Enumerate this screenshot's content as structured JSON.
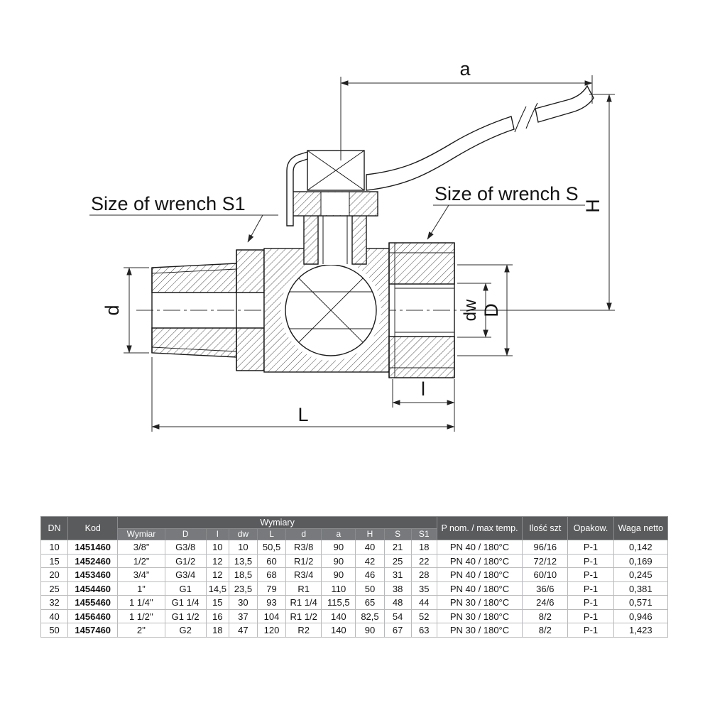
{
  "drawing": {
    "labels": {
      "wrench_s1": "Size of wrench S1",
      "wrench_s": "Size of wrench S",
      "dim_a": "a",
      "dim_H": "H",
      "dim_d": "d",
      "dim_dw": "dw",
      "dim_D_big": "D",
      "dim_l": "l",
      "dim_L_big": "L"
    }
  },
  "table": {
    "headers": {
      "dn": "DN",
      "kod": "Kod",
      "group_wymiary": "Wymiary",
      "dims": [
        "Wymiar",
        "D",
        "l",
        "dw",
        "L",
        "d",
        "a",
        "H",
        "S",
        "S1"
      ],
      "pnom": "P nom. / max temp.",
      "ilosc": "Ilość szt",
      "opakow": "Opakow.",
      "waga": "Waga netto"
    },
    "rows": [
      [
        "10",
        "1451460",
        "3/8”",
        "G3/8",
        "10",
        "10",
        "50,5",
        "R3/8",
        "90",
        "40",
        "21",
        "18",
        "PN 40 / 180°C",
        "96/16",
        "P-1",
        "0,142"
      ],
      [
        "15",
        "1452460",
        "1/2”",
        "G1/2",
        "12",
        "13,5",
        "60",
        "R1/2",
        "90",
        "42",
        "25",
        "22",
        "PN 40 / 180°C",
        "72/12",
        "P-1",
        "0,169"
      ],
      [
        "20",
        "1453460",
        "3/4”",
        "G3/4",
        "12",
        "18,5",
        "68",
        "R3/4",
        "90",
        "46",
        "31",
        "28",
        "PN 40 / 180°C",
        "60/10",
        "P-1",
        "0,245"
      ],
      [
        "25",
        "1454460",
        "1”",
        "G1",
        "14,5",
        "23,5",
        "79",
        "R1",
        "110",
        "50",
        "38",
        "35",
        "PN 40 / 180°C",
        "36/6",
        "P-1",
        "0,381"
      ],
      [
        "32",
        "1455460",
        "1 1/4''",
        "G1 1/4",
        "15",
        "30",
        "93",
        "R1 1/4",
        "115,5",
        "65",
        "48",
        "44",
        "PN 30 / 180°C",
        "24/6",
        "P-1",
        "0,571"
      ],
      [
        "40",
        "1456460",
        "1 1/2''",
        "G1 1/2",
        "16",
        "37",
        "104",
        "R1 1/2",
        "140",
        "82,5",
        "54",
        "52",
        "PN 30 / 180°C",
        "8/2",
        "P-1",
        "0,946"
      ],
      [
        "50",
        "1457460",
        "2''",
        "G2",
        "18",
        "47",
        "120",
        "R2",
        "140",
        "90",
        "67",
        "63",
        "PN 30 / 180°C",
        "8/2",
        "P-1",
        "1,423"
      ]
    ]
  }
}
